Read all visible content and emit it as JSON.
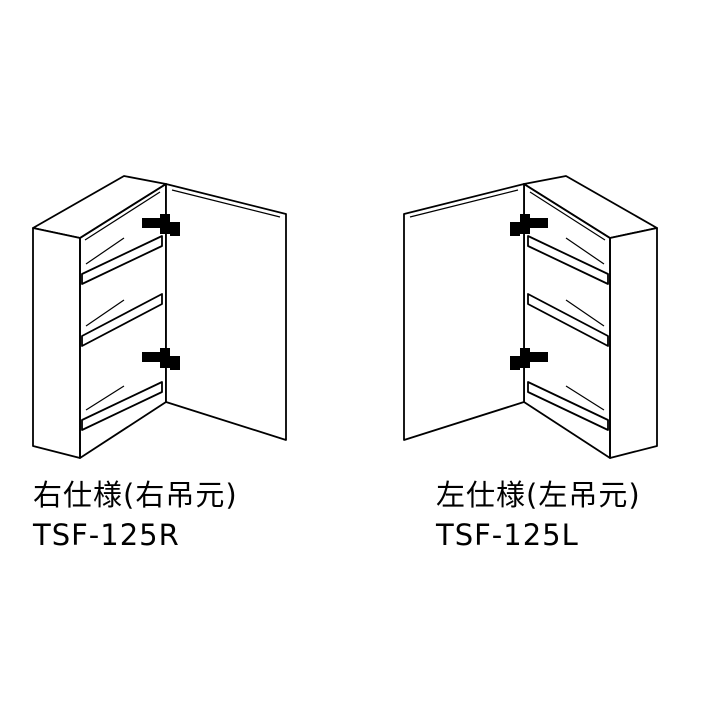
{
  "variants": [
    {
      "title": "右仕様(右吊元)",
      "model": "TSF-125R",
      "hinge_side": "right"
    },
    {
      "title": "左仕様(左吊元)",
      "model": "TSF-125L",
      "hinge_side": "left"
    }
  ],
  "colors": {
    "line": "#000000",
    "background": "#ffffff"
  }
}
